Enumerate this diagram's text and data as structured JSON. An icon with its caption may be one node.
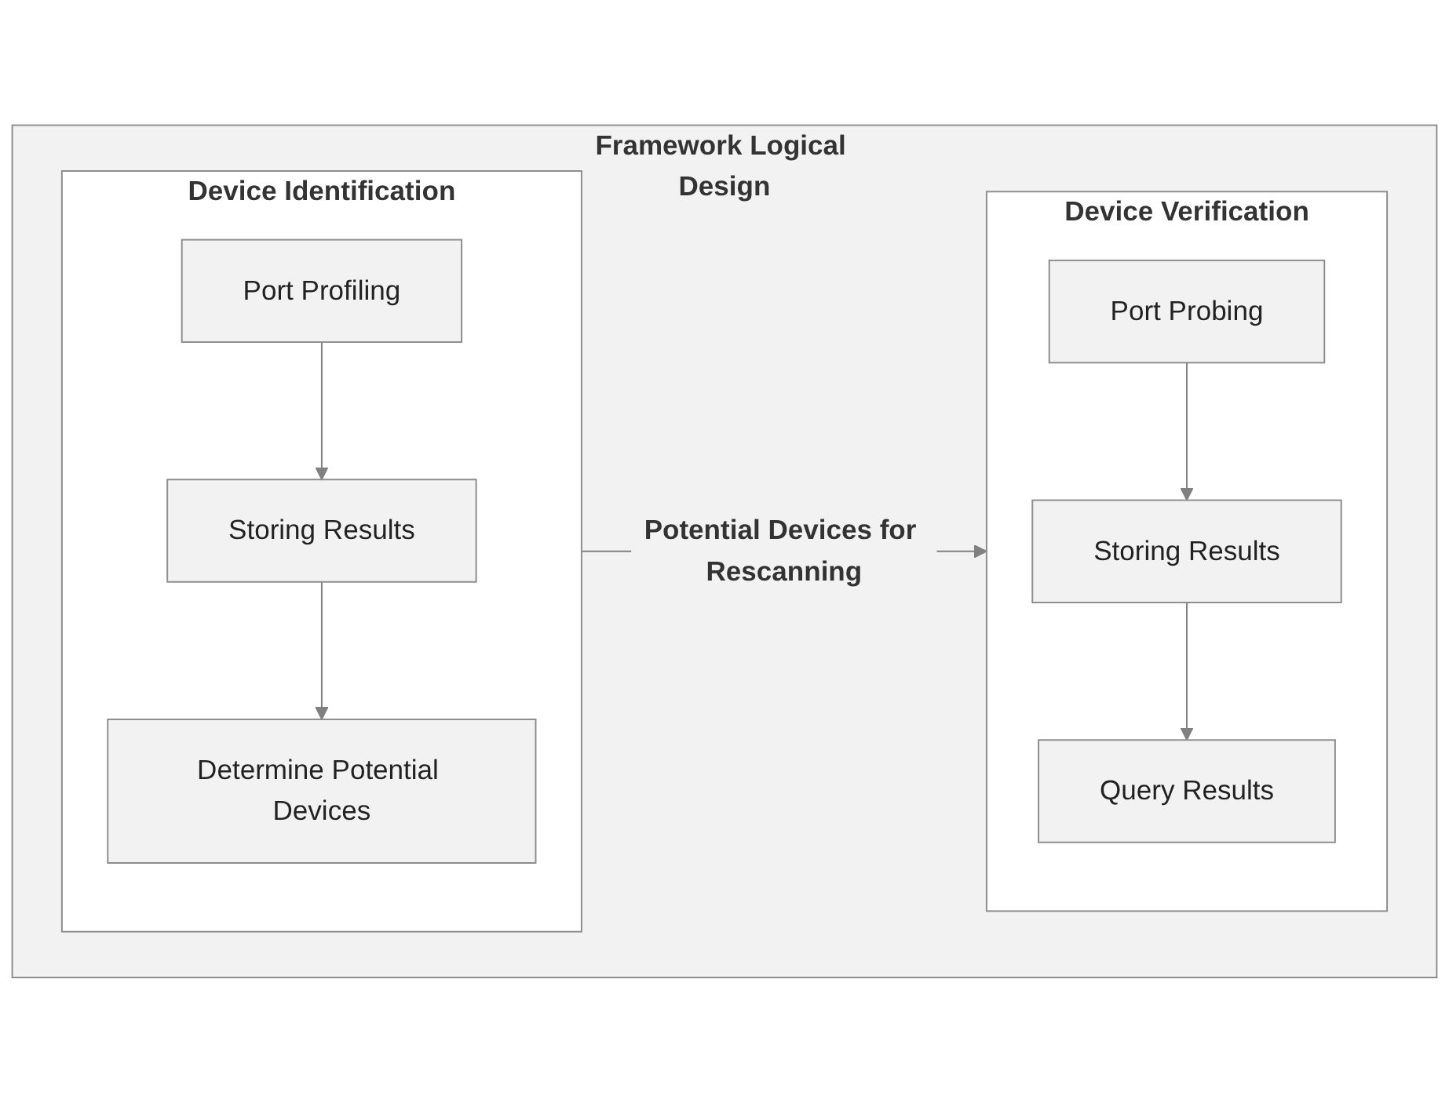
{
  "diagram": {
    "nodes": [
      {
        "text": [
          "Framework Logical Design"
        ]
      },
      {
        "text": [
          "Device Identification"
        ],
        "in": 0
      },
      {
        "text": [
          "Port Profiling"
        ],
        "in": 1
      },
      {
        "text": [
          "Storing Results"
        ],
        "in": 1
      },
      {
        "text": [
          "Determine Potential Devices"
        ],
        "in": 1
      },
      {
        "text": [
          "Device Verification"
        ],
        "in": 0
      },
      {
        "text": [
          "Port Probing"
        ],
        "in": 5
      },
      {
        "text": [
          "Storing Results"
        ],
        "in": 5
      },
      {
        "text": [
          "Query Results"
        ],
        "in": 5
      }
    ],
    "edges": [
      {
        "from": 2,
        "to": 3,
        "arrow": "to"
      },
      {
        "from": 3,
        "to": 4,
        "arrow": "to"
      },
      {
        "from": 1,
        "to": 5,
        "arrow": "to",
        "label": "Potential Devices for Rescanning"
      },
      {
        "from": 6,
        "to": 7,
        "arrow": "to"
      },
      {
        "from": 7,
        "to": 8,
        "arrow": "to"
      }
    ]
  }
}
